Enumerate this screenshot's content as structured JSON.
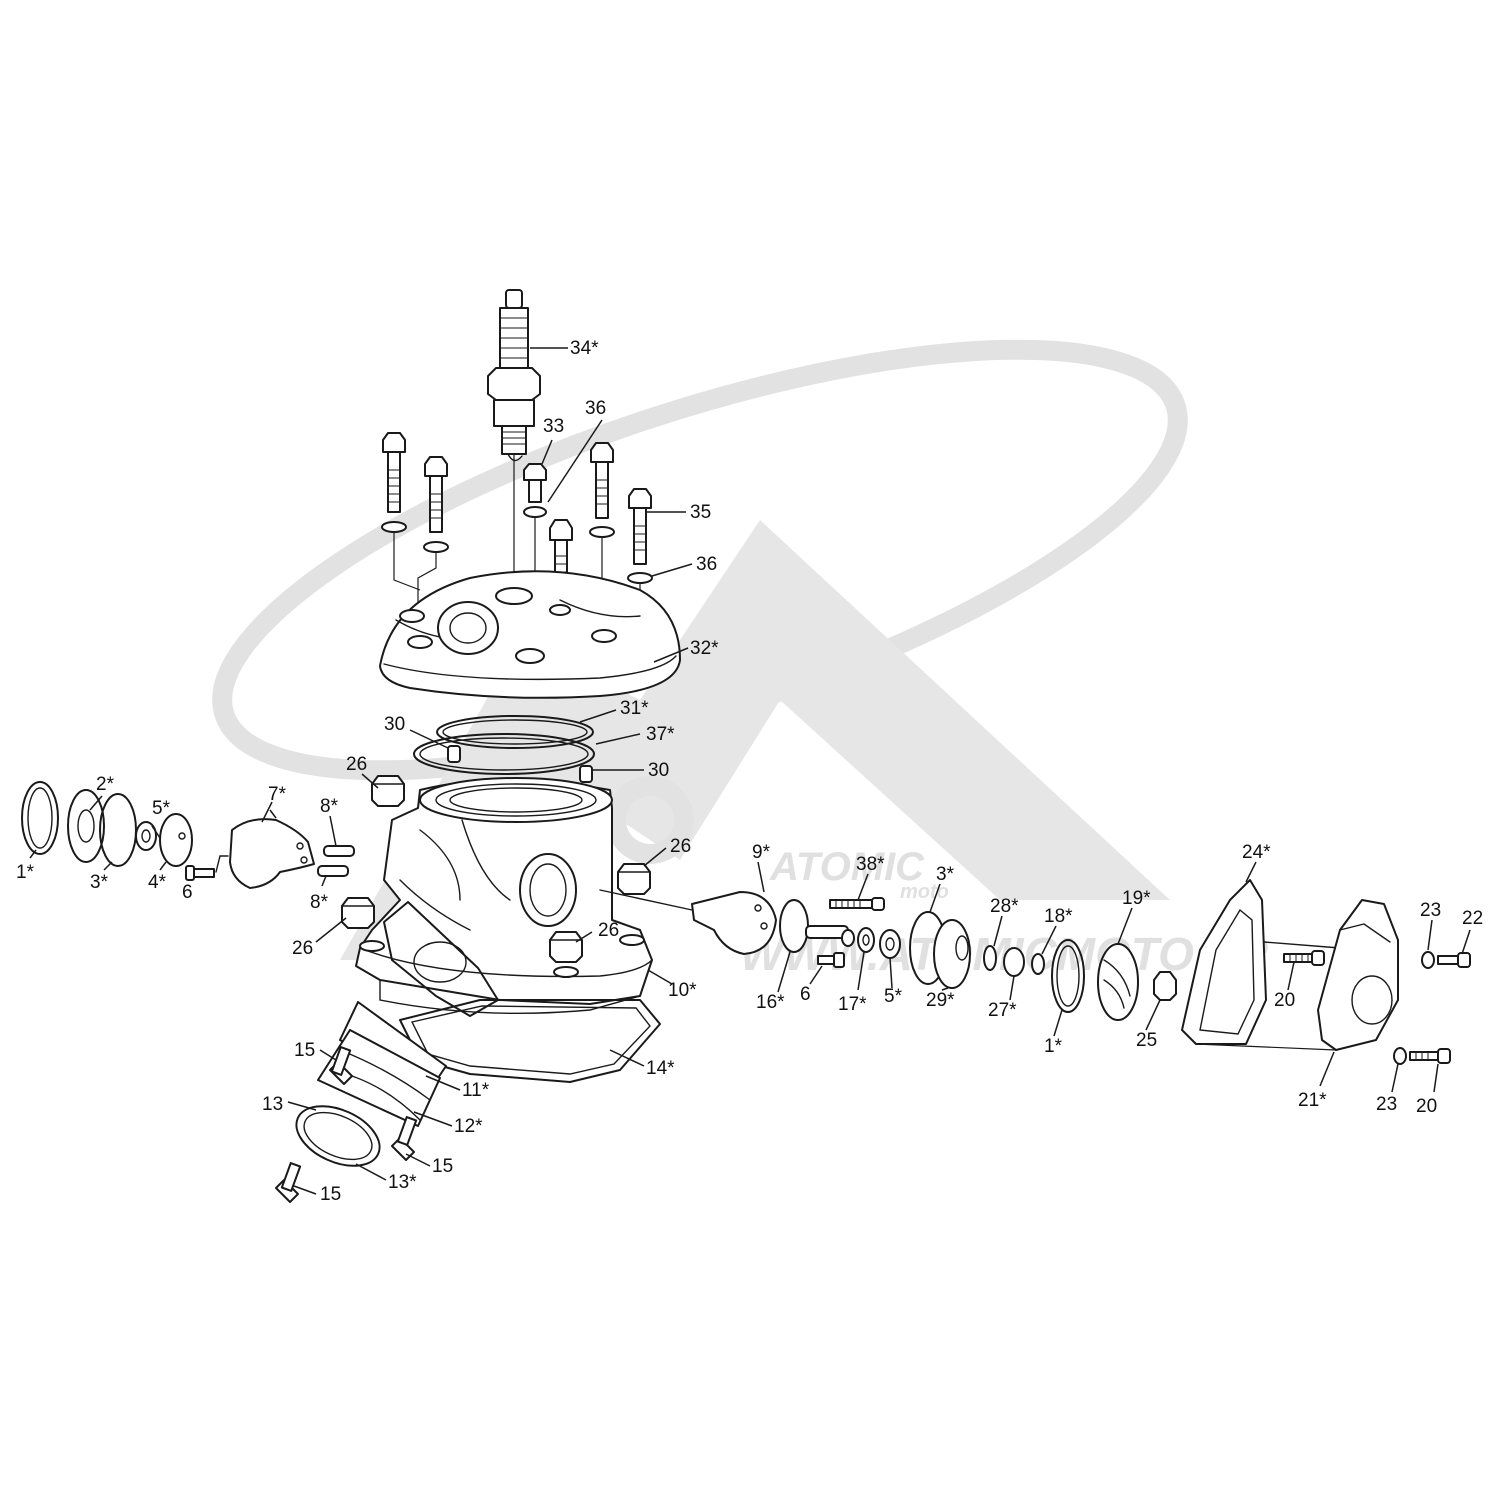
{
  "watermark": {
    "brand_line1": "ATOMIC",
    "brand_line2": "moto",
    "url": "WWW.ATOMICMOTO.FR"
  },
  "callouts": [
    {
      "id": "c-34",
      "label": "34*"
    },
    {
      "id": "c-36a",
      "label": "36"
    },
    {
      "id": "c-33",
      "label": "33"
    },
    {
      "id": "c-35",
      "label": "35"
    },
    {
      "id": "c-36b",
      "label": "36"
    },
    {
      "id": "c-32",
      "label": "32*"
    },
    {
      "id": "c-31",
      "label": "31*"
    },
    {
      "id": "c-30a",
      "label": "30"
    },
    {
      "id": "c-37",
      "label": "37*"
    },
    {
      "id": "c-30b",
      "label": "30"
    },
    {
      "id": "c-26a",
      "label": "26"
    },
    {
      "id": "c-2",
      "label": "2*"
    },
    {
      "id": "c-5a",
      "label": "5*"
    },
    {
      "id": "c-7",
      "label": "7*"
    },
    {
      "id": "c-8a",
      "label": "8*"
    },
    {
      "id": "c-1a",
      "label": "1*"
    },
    {
      "id": "c-3a",
      "label": "3*"
    },
    {
      "id": "c-4",
      "label": "4*"
    },
    {
      "id": "c-6a",
      "label": "6"
    },
    {
      "id": "c-8b",
      "label": "8*"
    },
    {
      "id": "c-26b",
      "label": "26"
    },
    {
      "id": "c-26c",
      "label": "26"
    },
    {
      "id": "c-26d",
      "label": "26"
    },
    {
      "id": "c-9",
      "label": "9*"
    },
    {
      "id": "c-38",
      "label": "38*"
    },
    {
      "id": "c-3b",
      "label": "3*"
    },
    {
      "id": "c-28",
      "label": "28*"
    },
    {
      "id": "c-18",
      "label": "18*"
    },
    {
      "id": "c-19",
      "label": "19*"
    },
    {
      "id": "c-24",
      "label": "24*"
    },
    {
      "id": "c-23a",
      "label": "23"
    },
    {
      "id": "c-22",
      "label": "22"
    },
    {
      "id": "c-10",
      "label": "10*"
    },
    {
      "id": "c-16",
      "label": "16*"
    },
    {
      "id": "c-6b",
      "label": "6"
    },
    {
      "id": "c-17",
      "label": "17*"
    },
    {
      "id": "c-5b",
      "label": "5*"
    },
    {
      "id": "c-29",
      "label": "29*"
    },
    {
      "id": "c-27",
      "label": "27*"
    },
    {
      "id": "c-1b",
      "label": "1*"
    },
    {
      "id": "c-25",
      "label": "25"
    },
    {
      "id": "c-20a",
      "label": "20"
    },
    {
      "id": "c-21",
      "label": "21*"
    },
    {
      "id": "c-23b",
      "label": "23"
    },
    {
      "id": "c-20b",
      "label": "20"
    },
    {
      "id": "c-14",
      "label": "14*"
    },
    {
      "id": "c-15a",
      "label": "15"
    },
    {
      "id": "c-11",
      "label": "11*"
    },
    {
      "id": "c-13a",
      "label": "13"
    },
    {
      "id": "c-12",
      "label": "12*"
    },
    {
      "id": "c-15b",
      "label": "15"
    },
    {
      "id": "c-13b",
      "label": "13*"
    },
    {
      "id": "c-15c",
      "label": "15"
    }
  ]
}
